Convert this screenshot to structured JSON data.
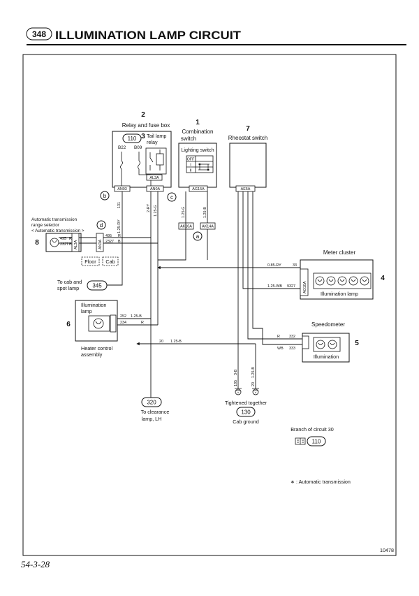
{
  "header": {
    "badge": "348",
    "title": "ILLUMINATION LAMP CIRCUIT"
  },
  "relay_box": {
    "number": "2",
    "name": "Relay and fuse box",
    "circuit_ref": "110",
    "relay_number": "3",
    "relay_name": [
      "Tail lamp",
      "relay"
    ],
    "fuses": [
      "B22",
      "B09"
    ],
    "relay_connector": "AL3A",
    "connectors": [
      "AN03",
      "AN0A"
    ]
  },
  "combination_switch": {
    "number": "1",
    "name": [
      "Combination",
      "switch"
    ],
    "sub_label": "Lighting switch",
    "positions": [
      "OFF",
      "I",
      "II"
    ],
    "connector": "AG15A",
    "junction_connectors": [
      "AK10A",
      "AK14A"
    ]
  },
  "rheostat_switch": {
    "number": "7",
    "name": "Rheostat switch",
    "connector": "AE5A"
  },
  "range_selector": {
    "number": "8",
    "name": [
      "Automatic transmission",
      "range selector",
      "< Automatic transmission >"
    ],
    "connectors": [
      "AL3A",
      "AN3A"
    ]
  },
  "locations": {
    "floor": "Floor",
    "cab": "Cab"
  },
  "spot_lamp": {
    "label": [
      "To cab and",
      "spot lamp"
    ],
    "circuit_ref": "345"
  },
  "heater_control": {
    "number": "6",
    "lamp_label": [
      "Illumination",
      "lamp"
    ],
    "name": [
      "Heater control",
      "assembly"
    ]
  },
  "meter_cluster": {
    "number": "4",
    "name": "Meter cluster",
    "inner_label": "Illumination lamp",
    "connector": "AO10A"
  },
  "speedometer": {
    "number": "5",
    "name": "Speedometer",
    "inner_label": "Illumination"
  },
  "callouts": {
    "a": "a",
    "b": "b",
    "c": "c",
    "d": "d"
  },
  "wires": {
    "relay_left": {
      "circuit": "131",
      "spec": "1.25-RY"
    },
    "relay_right": [
      "2-RY",
      "1.25-G"
    ],
    "combo_left": "1.25-G",
    "combo_right": "1.25-B",
    "selector_left": [
      {
        "circuit": "495",
        "color": "R"
      },
      {
        "circuit": "2327",
        "color": "B"
      }
    ],
    "selector_right": [
      {
        "circuit": "495",
        "color": "R"
      },
      {
        "circuit": "2327",
        "color": "B"
      }
    ],
    "meter_1": {
      "spec": "0.85-RY",
      "circuit": "33"
    },
    "meter_2": {
      "spec": "1.25-WB",
      "circuit": "9327"
    },
    "speedo_1": {
      "color": "R",
      "circuit": "332"
    },
    "speedo_2": {
      "color": "WB",
      "circuit": "333"
    },
    "heater_1": {
      "circuit": "252",
      "spec": "1.25-B"
    },
    "heater_2": {
      "circuit": "234",
      "color": "R"
    },
    "ground_bus": {
      "circuit": "20",
      "spec": "1.25-B"
    },
    "ground_1": {
      "circuit": "185",
      "spec": "3-B"
    },
    "ground_2": {
      "circuit": "20",
      "spec": "1.25-B"
    }
  },
  "clearance_lamp": {
    "circuit_ref": "320",
    "label": [
      "To clearance",
      "lamp, LH"
    ]
  },
  "cab_ground": {
    "note": "Tightened together",
    "circuit_ref": "130",
    "label": "Cab ground"
  },
  "branch": {
    "label": "Branch of circuit 30",
    "circuit_ref": "110"
  },
  "legend": {
    "note": "∗ : Automatic transmission"
  },
  "footer": {
    "figure_no": "10478",
    "page": "54-3-28"
  }
}
